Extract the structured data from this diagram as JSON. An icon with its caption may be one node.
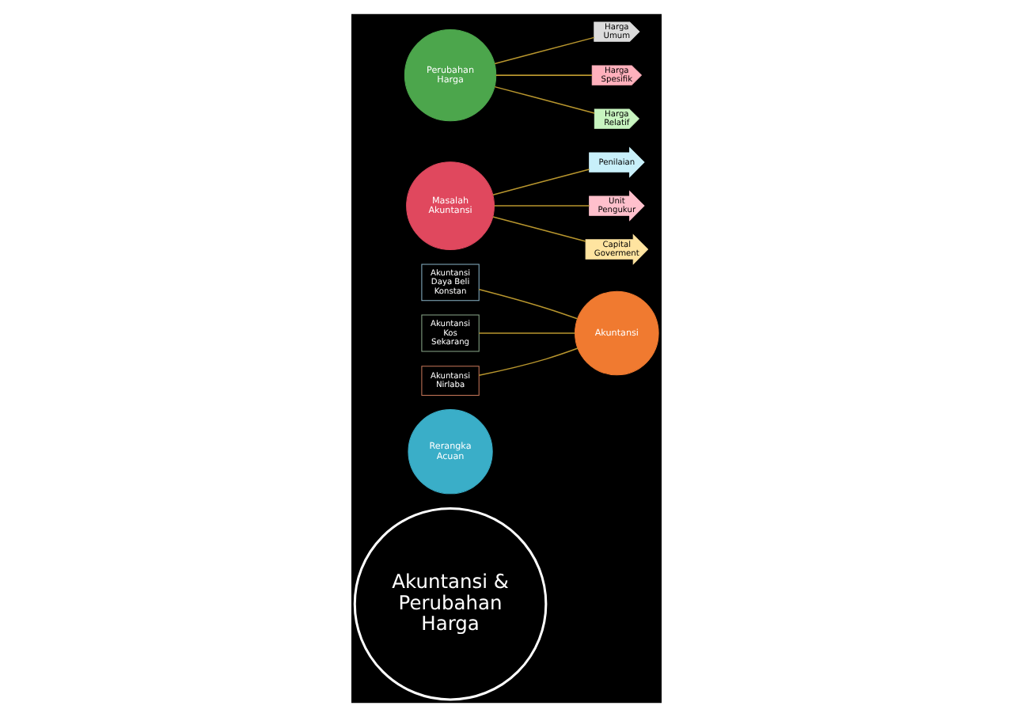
{
  "diagram": {
    "nodes": [
      {
        "text": [
          "Akuntansi & Perubahan Harga"
        ]
      },
      {
        "text": [
          "Rerangka Acuan"
        ]
      },
      {
        "text": [
          "Akuntansi"
        ]
      },
      {
        "text": [
          "Masalah Akuntansi"
        ]
      },
      {
        "text": [
          "Perubahan Harga"
        ]
      },
      {
        "text": [
          "Akuntansi Daya Beli Konstan"
        ]
      },
      {
        "text": [
          "Akuntansi Kos Sekarang"
        ]
      },
      {
        "text": [
          "Akuntansi Nirlaba"
        ]
      },
      {
        "text": [
          "Penilaian"
        ]
      },
      {
        "text": [
          "Unit Pengukur"
        ]
      },
      {
        "text": [
          "Capital Goverment"
        ]
      },
      {
        "text": [
          "Harga Umum"
        ]
      },
      {
        "text": [
          "Harga Spesifik"
        ]
      },
      {
        "text": [
          "Harga Relatif"
        ]
      }
    ],
    "edges": [
      {
        "from": 2,
        "to": 5,
        "arrow": "none"
      },
      {
        "from": 2,
        "to": 6,
        "arrow": "none"
      },
      {
        "from": 2,
        "to": 7,
        "arrow": "none"
      },
      {
        "from": 3,
        "to": 8,
        "arrow": "none"
      },
      {
        "from": 3,
        "to": 9,
        "arrow": "none"
      },
      {
        "from": 3,
        "to": 10,
        "arrow": "none"
      },
      {
        "from": 4,
        "to": 11,
        "arrow": "none"
      },
      {
        "from": 4,
        "to": 12,
        "arrow": "none"
      },
      {
        "from": 4,
        "to": 13,
        "arrow": "none"
      }
    ]
  }
}
